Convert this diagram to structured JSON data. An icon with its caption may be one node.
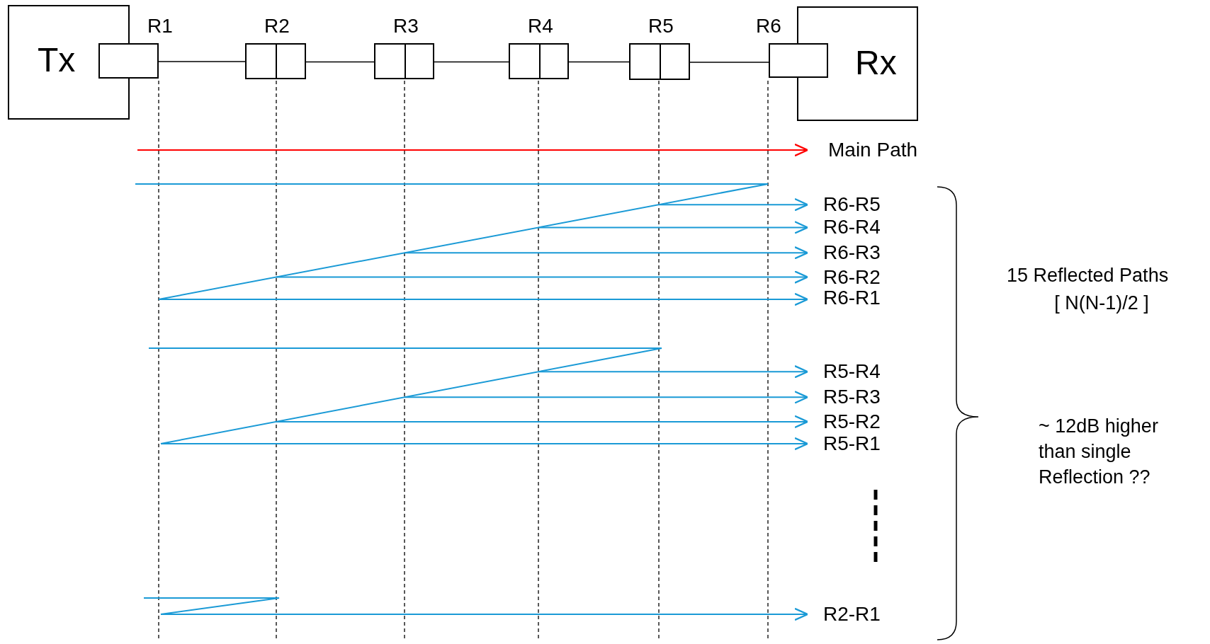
{
  "diagram": {
    "nodes": [
      {
        "text": [
          "Tx"
        ]
      },
      {
        "text": [
          "R1"
        ]
      },
      {
        "text": [
          "R2"
        ]
      },
      {
        "text": [
          "R3"
        ]
      },
      {
        "text": [
          "R4"
        ]
      },
      {
        "text": [
          "R5"
        ]
      },
      {
        "text": [
          "R6"
        ]
      },
      {
        "text": [
          "Rx"
        ]
      },
      {
        "text": [
          "Main Path"
        ]
      },
      {
        "text": [
          "R6-R5"
        ]
      },
      {
        "text": [
          "R6-R4"
        ]
      },
      {
        "text": [
          "R6-R3"
        ]
      },
      {
        "text": [
          "R6-R2"
        ]
      },
      {
        "text": [
          "R6-R1"
        ]
      },
      {
        "text": [
          "R5-R4"
        ]
      },
      {
        "text": [
          "R5-R3"
        ]
      },
      {
        "text": [
          "R5-R2"
        ]
      },
      {
        "text": [
          "R5-R1"
        ]
      },
      {
        "text": [
          "R2-R1"
        ]
      }
    ],
    "edges": [
      {
        "from": 1,
        "to": 2,
        "arrow": "none",
        "color": "#000000"
      },
      {
        "from": 2,
        "to": 3,
        "arrow": "none",
        "color": "#000000"
      },
      {
        "from": 3,
        "to": 4,
        "arrow": "none",
        "color": "#000000"
      },
      {
        "from": 4,
        "to": 5,
        "arrow": "none",
        "color": "#000000"
      },
      {
        "from": 5,
        "to": 6,
        "arrow": "none",
        "color": "#000000"
      },
      {
        "from": null,
        "to": 8,
        "arrow": "to",
        "color": "#ff0000"
      },
      {
        "from": null,
        "to": 9,
        "arrow": "to"
      },
      {
        "from": null,
        "to": 10,
        "arrow": "to"
      },
      {
        "from": null,
        "to": 11,
        "arrow": "to"
      },
      {
        "from": null,
        "to": 12,
        "arrow": "to"
      },
      {
        "from": null,
        "to": 13,
        "arrow": "to"
      },
      {
        "from": null,
        "to": 14,
        "arrow": "to"
      },
      {
        "from": null,
        "to": 15,
        "arrow": "to"
      },
      {
        "from": null,
        "to": 16,
        "arrow": "to"
      },
      {
        "from": null,
        "to": 17,
        "arrow": "to"
      },
      {
        "from": null,
        "to": 18,
        "arrow": "to"
      }
    ],
    "labels": [
      "15 Reflected Paths",
      "[ N(N-1)/2 ]",
      "~ 12dB higher than single Reflection ??"
    ]
  }
}
